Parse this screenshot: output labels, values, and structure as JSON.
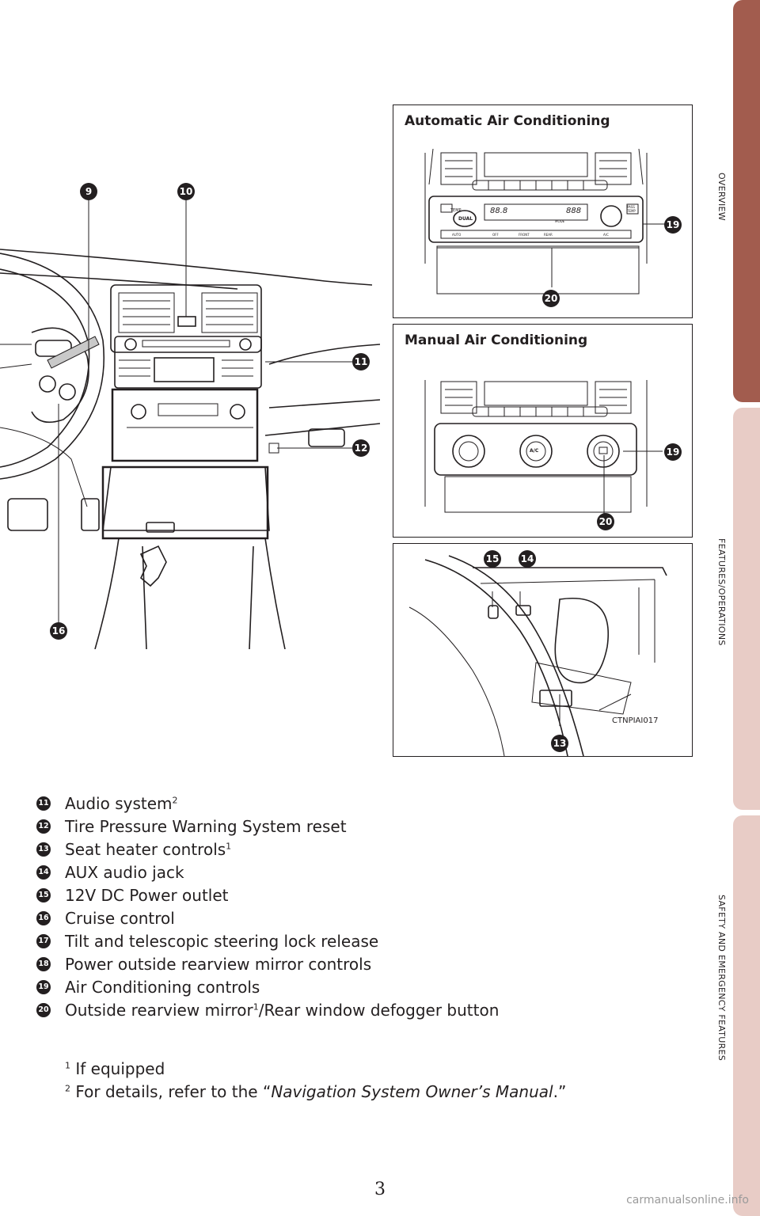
{
  "side_tabs": [
    {
      "label": "OVERVIEW",
      "color": "#a25c4e",
      "active": true
    },
    {
      "label": "FEATURES/OPERATIONS",
      "color": "#e8ccc6",
      "active": false
    },
    {
      "label": "SAFETY AND EMERGENCY FEATURES",
      "color": "#e8ccc6",
      "active": false
    }
  ],
  "panels": {
    "auto_ac": {
      "title": "Automatic Air Conditioning",
      "callouts": [
        "19",
        "20"
      ],
      "display_labels": {
        "temp": "TEMP",
        "dual": "DUAL",
        "pass_temp": "PASS TEMP",
        "mode": "MODE",
        "auto": "AUTO",
        "off": "OFF",
        "front": "FRONT",
        "rear": "REAR",
        "ac": "A/C",
        "digits_left": "88.8",
        "digits_right": "888"
      }
    },
    "manual_ac": {
      "title": "Manual Air Conditioning",
      "callouts": [
        "19",
        "20"
      ],
      "knob_label": "A/C"
    },
    "console": {
      "callouts": [
        "15",
        "14",
        "13"
      ],
      "code": "CTNPIAI017"
    }
  },
  "dashboard_callouts": [
    "9",
    "10",
    "11",
    "12",
    "16"
  ],
  "legend": [
    {
      "num": "11",
      "text": "Audio system",
      "sup": "2"
    },
    {
      "num": "12",
      "text": "Tire Pressure Warning System reset",
      "sup": ""
    },
    {
      "num": "13",
      "text": "Seat heater controls",
      "sup": "1"
    },
    {
      "num": "14",
      "text": "AUX audio jack",
      "sup": ""
    },
    {
      "num": "15",
      "text": "12V DC Power outlet",
      "sup": ""
    },
    {
      "num": "16",
      "text": "Cruise control",
      "sup": ""
    },
    {
      "num": "17",
      "text": "Tilt and telescopic steering lock release",
      "sup": ""
    },
    {
      "num": "18",
      "text": "Power outside rearview mirror controls",
      "sup": ""
    },
    {
      "num": "19",
      "text": "Air Conditioning controls",
      "sup": ""
    },
    {
      "num": "20",
      "text": "Outside rearview mirror",
      "sup": "1",
      "after_sup": "/Rear window defogger button"
    }
  ],
  "footnotes": {
    "f1_marker": "1",
    "f1_text": "If equipped",
    "f2_marker": "2",
    "f2_prefix": "For details, refer to the “",
    "f2_italic": "Navigation System Owner’s Manual",
    "f2_suffix": ".”"
  },
  "page_number": "3",
  "watermark": "carmanualsonline.info"
}
